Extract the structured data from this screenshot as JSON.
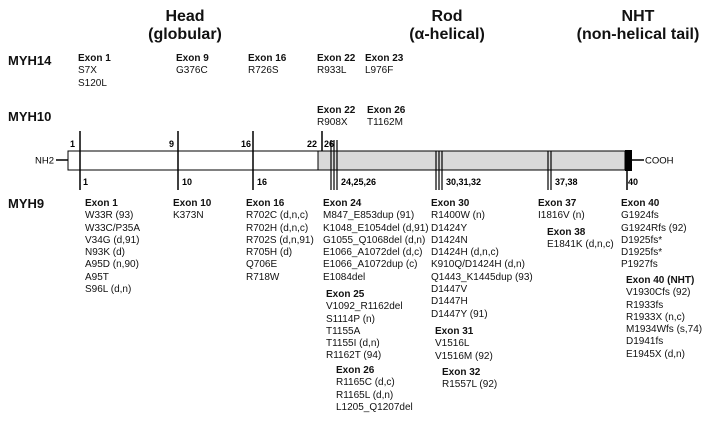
{
  "sections": {
    "head": {
      "line1": "Head",
      "line2": "(globular)"
    },
    "rod": {
      "line1": "Rod",
      "line2": "(α-helical)"
    },
    "nht": {
      "line1": "NHT",
      "line2": "(non-helical tail)"
    }
  },
  "genes": {
    "myh14": "MYH14",
    "myh10": "MYH10",
    "myh9": "MYH9"
  },
  "terminals": {
    "n": "NH2",
    "c": "COOH"
  },
  "colors": {
    "head_fill": "#ffffff",
    "rod_fill": "#d9d9d9",
    "tail_fill": "#000000",
    "outline": "#000000"
  },
  "exon_numbers": {
    "top": [
      "1",
      "9",
      "16",
      "22",
      "26"
    ],
    "bottom": [
      "1",
      "10",
      "16",
      "24,25,26",
      "30,31,32",
      "37,38",
      "40"
    ]
  },
  "myh14": [
    {
      "title": "Exon 1",
      "items": [
        "S7X",
        "S120L"
      ]
    },
    {
      "title": "Exon 9",
      "items": [
        "G376C"
      ]
    },
    {
      "title": "Exon 16",
      "items": [
        "R726S"
      ]
    },
    {
      "title": "Exon 22",
      "items": [
        "R933L"
      ]
    },
    {
      "title": "Exon 23",
      "items": [
        "L976F"
      ]
    }
  ],
  "myh10": [
    {
      "title": "Exon 22",
      "items": [
        "R908X"
      ]
    },
    {
      "title": "Exon 26",
      "items": [
        "T1162M"
      ]
    }
  ],
  "myh9": [
    {
      "title": "Exon 1",
      "items": [
        "W33R (93)",
        "W33C/P35A",
        "V34G (d,91)",
        "N93K (d)",
        "A95D (n,90)",
        "A95T",
        "S96L (d,n)"
      ]
    },
    {
      "title": "Exon 10",
      "items": [
        "K373N"
      ]
    },
    {
      "title": "Exon 16",
      "items": [
        "R702C (d,n,c)",
        "R702H (d,n,c)",
        "R702S (d,n,91)",
        "R705H (d)",
        "Q706E",
        "R718W"
      ]
    },
    {
      "title": "Exon 24",
      "items": [
        "M847_E853dup (91)",
        "K1048_E1054del (d,91)",
        "G1055_Q1068del (d,n)",
        "E1066_A1072del (d,c)",
        "E1066_A1072dup (c)",
        "E1084del"
      ]
    },
    {
      "title": "Exon 25",
      "items": [
        "V1092_R1162del",
        "S1114P (n)",
        "T1155A",
        "T1155I (d,n)",
        "R1162T (94)"
      ]
    },
    {
      "title": "Exon 26",
      "items": [
        "R1165C (d,c)",
        "R1165L (d,n)",
        "L1205_Q1207del"
      ]
    },
    {
      "title": "Exon 30",
      "items": [
        "R1400W (n)",
        "D1424Y",
        "D1424N",
        "D1424H (d,n,c)",
        "K910Q/D1424H (d,n)",
        "Q1443_K1445dup (93)",
        "D1447V",
        "D1447H",
        "D1447Y (91)"
      ]
    },
    {
      "title": "Exon 31",
      "items": [
        "V1516L",
        "V1516M (92)"
      ]
    },
    {
      "title": "Exon 32",
      "items": [
        "R1557L (92)"
      ]
    },
    {
      "title": "Exon 37",
      "items": [
        "I1816V (n)"
      ]
    },
    {
      "title": "Exon 38",
      "items": [
        "E1841K (d,n,c)"
      ]
    },
    {
      "title": "Exon 40",
      "items": [
        "G1924fs",
        "G1924Rfs (92)",
        "D1925fs*",
        "D1925fs*",
        "P1927fs"
      ]
    },
    {
      "title": "Exon 40 (NHT)",
      "items": [
        "V1930Cfs (92)",
        "R1933fs",
        "R1933X (n,c)",
        "M1934Wfs (s,74)",
        "D1941fs",
        "E1945X (d,n)"
      ]
    }
  ]
}
